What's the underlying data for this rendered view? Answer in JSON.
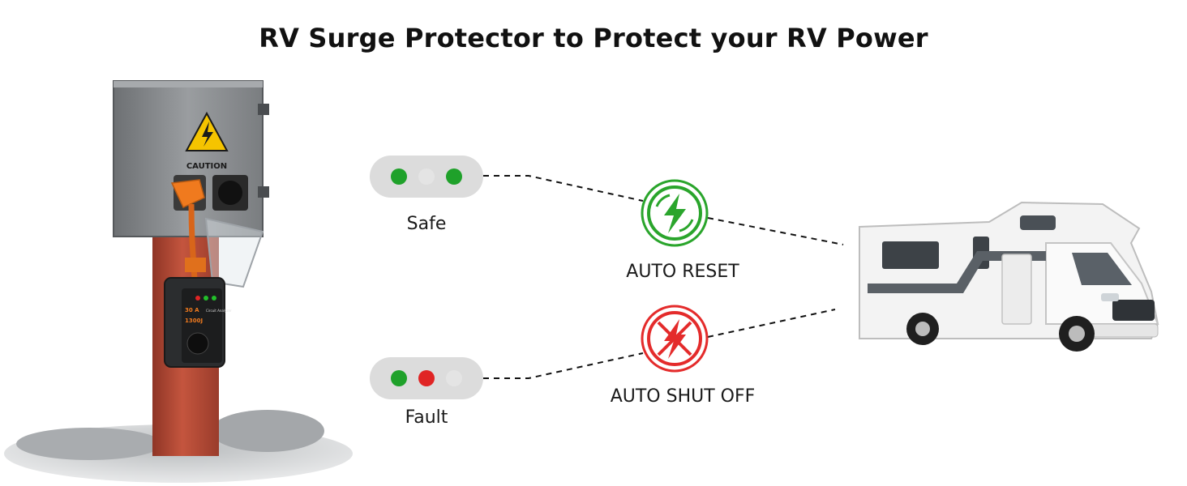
{
  "title": "RV Surge Protector to Protect your RV Power",
  "pedestal": {
    "warning_label": "CAUTION",
    "device_amp": "30 A",
    "device_joules": "1300J",
    "device_text": "Circuit Analyzer"
  },
  "states": [
    {
      "indicator_label": "Safe",
      "lights": [
        "#1fa12a",
        "#e4e4e4",
        "#1fa12a"
      ],
      "action_label": "AUTO RESET",
      "action_color": "#2aa52c"
    },
    {
      "indicator_label": "Fault",
      "lights": [
        "#1fa12a",
        "#e02424",
        "#e4e4e4"
      ],
      "action_label": "AUTO SHUT OFF",
      "action_color": "#e42b2b"
    }
  ],
  "colors": {
    "pill_bg": "#dcdcdc",
    "connector": "#111111",
    "post": "#b84a36",
    "box": "#8c8f92",
    "plug": "#f07a1e"
  },
  "icons": {
    "reset": "lightning-bolt-icon",
    "shutoff": "crossed-lightning-bolt-icon",
    "warning": "high-voltage-warning-icon"
  }
}
